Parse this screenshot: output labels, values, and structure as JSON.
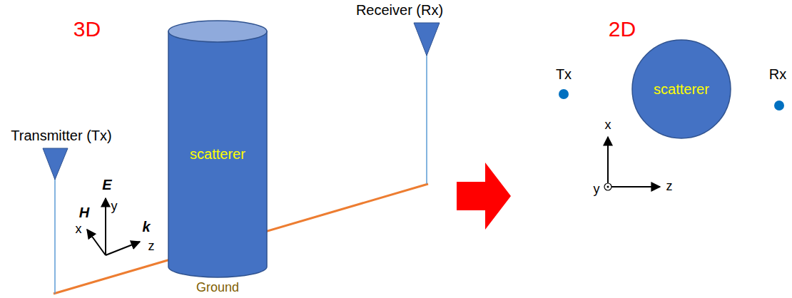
{
  "diagram": {
    "nodes": [
      {
        "text": [
          "scatterer"
        ]
      },
      {
        "text": [
          "scatterer"
        ]
      }
    ],
    "labels": [
      "3D",
      "Transmitter (Tx)",
      "Receiver (Rx)",
      "E",
      "y",
      "H",
      "x",
      "k",
      "z",
      "Ground",
      "2D",
      "Tx",
      "Rx",
      "x",
      "y",
      "z"
    ]
  }
}
